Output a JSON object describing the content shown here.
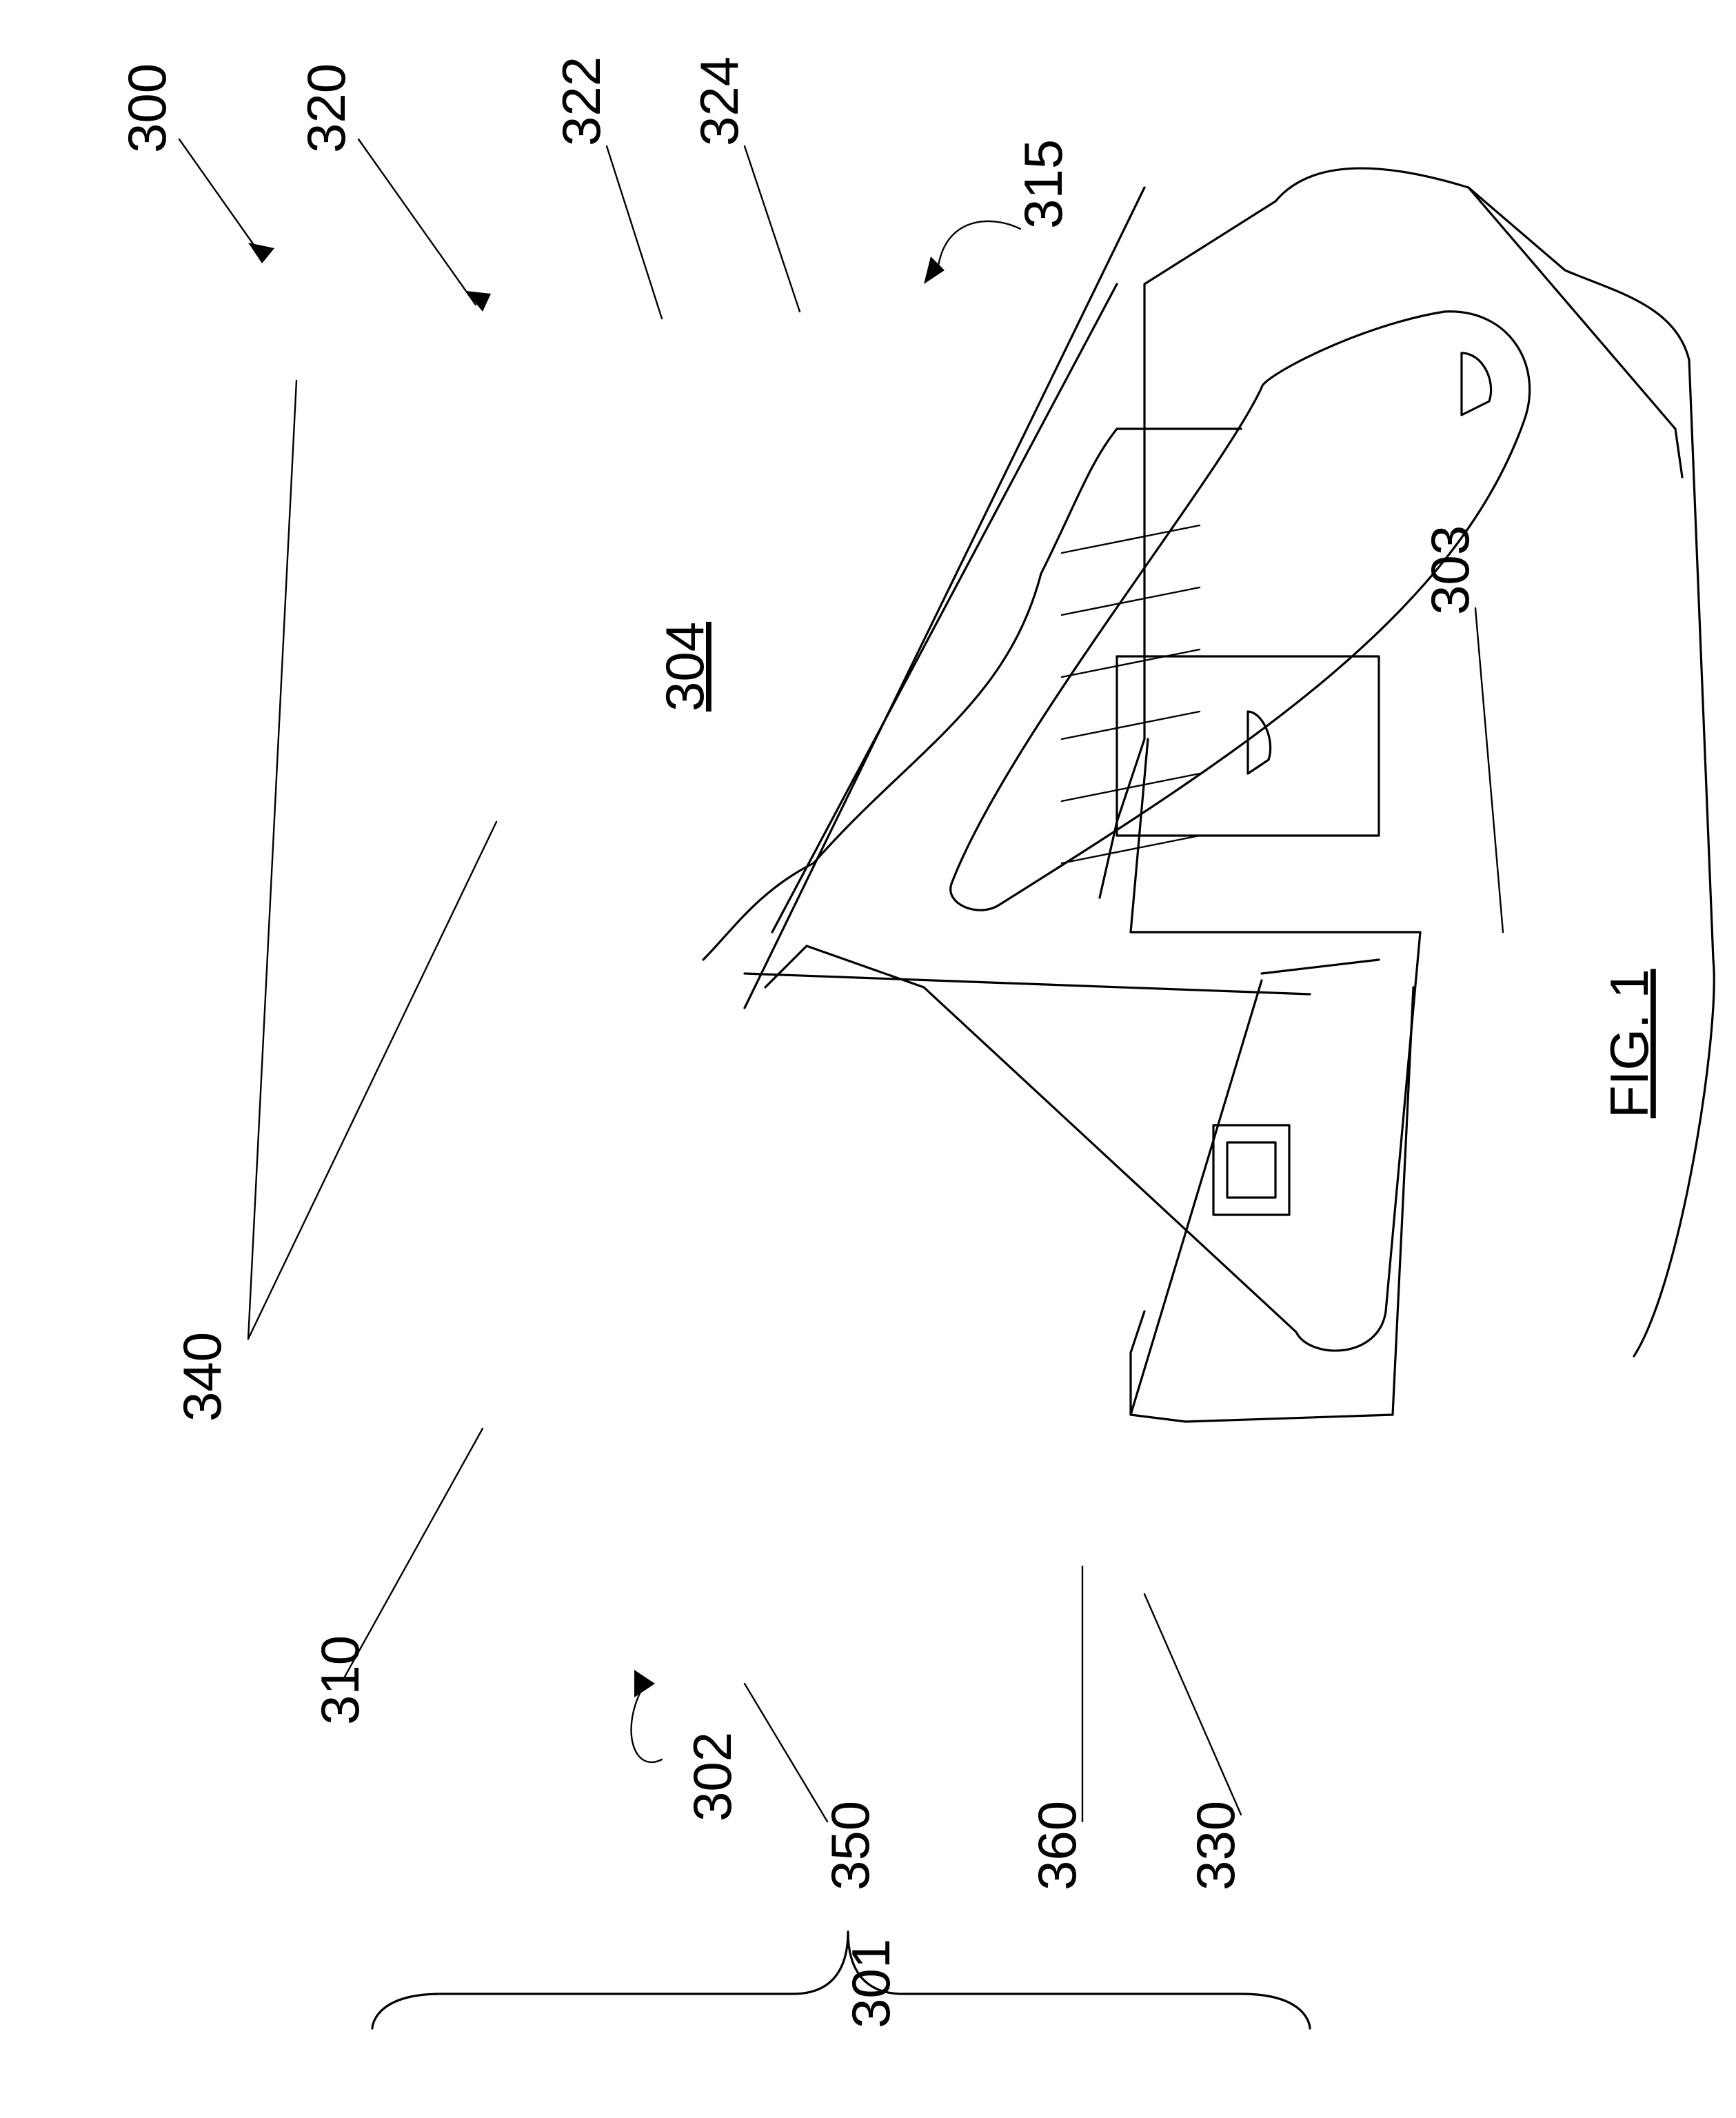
{
  "figure": {
    "caption": "FIG. 1",
    "labels": {
      "printer": "300",
      "front_assembly": "301",
      "front_arrow": "302",
      "corner": "303",
      "cover_panel": "304",
      "front_bezel": "310",
      "rear_arrow": "315",
      "cover_assembly": "320",
      "cover_upper": "322",
      "cover_side": "324",
      "base_front": "330",
      "hinges": "340",
      "display_panel": "350",
      "media_slot": "360"
    }
  }
}
